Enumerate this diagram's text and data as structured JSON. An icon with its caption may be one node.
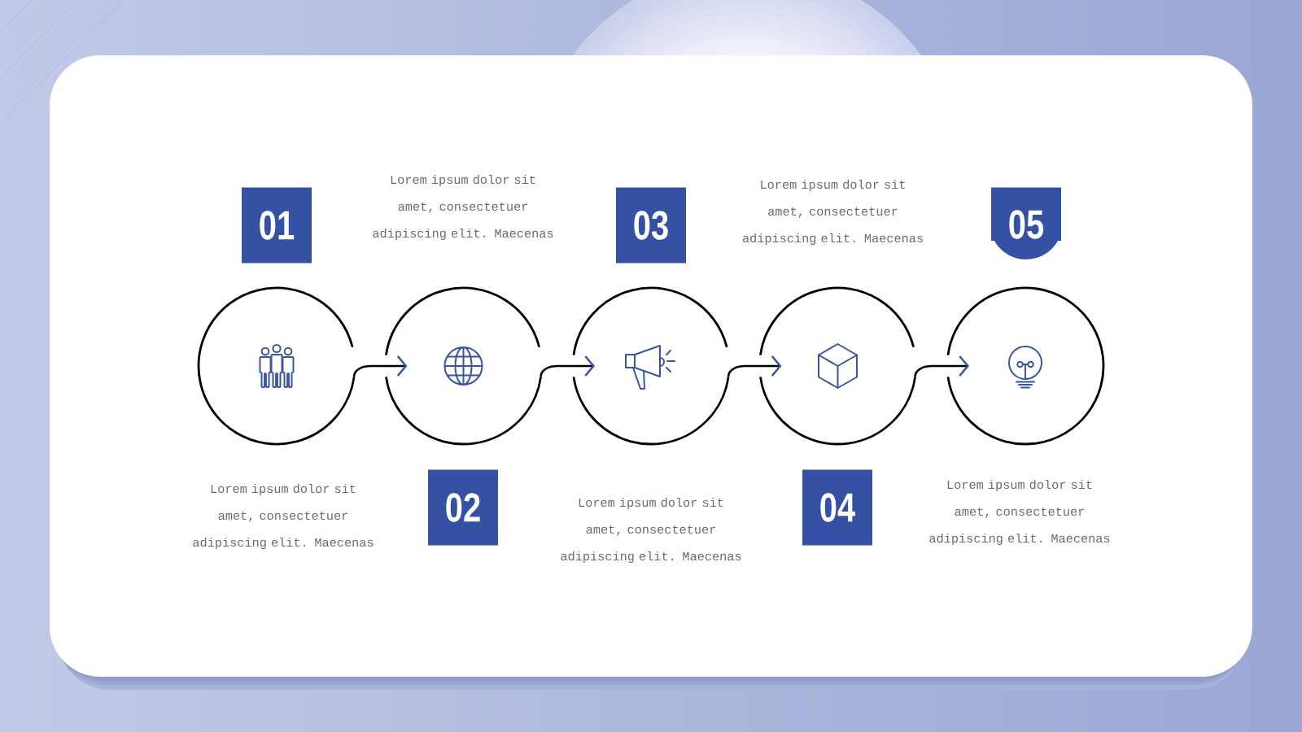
{
  "diagram": {
    "nodes": [
      {
        "text": [
          "01"
        ]
      },
      {
        "text": [
          "02"
        ]
      },
      {
        "text": [
          "03"
        ]
      },
      {
        "text": [
          "04"
        ]
      },
      {
        "text": [
          "05"
        ]
      },
      {
        "text": [],
        "shape": "circle"
      },
      {
        "text": [],
        "shape": "circle"
      },
      {
        "text": [],
        "shape": "circle"
      },
      {
        "text": [],
        "shape": "circle"
      },
      {
        "text": [],
        "shape": "circle"
      }
    ],
    "edges": [
      {
        "from": 5,
        "to": 6,
        "arrow": "to"
      },
      {
        "from": 6,
        "to": 7,
        "arrow": "to"
      },
      {
        "from": 7,
        "to": 8,
        "arrow": "to"
      },
      {
        "from": 8,
        "to": 9,
        "arrow": "to"
      }
    ],
    "labels": [
      "Lorem ipsum dolor sit amet, consectetuer adipiscing elit. Maecenas",
      "Lorem ipsum dolor sit amet, consectetuer adipiscing elit. Maecenas",
      "Lorem ipsum dolor sit amet, consectetuer adipiscing elit. Maecenas",
      "Lorem ipsum dolor sit amet, consectetuer adipiscing elit. Maecenas",
      "Lorem ipsum dolor sit amet, consectetuer adipiscing elit. Maecenas"
    ]
  }
}
